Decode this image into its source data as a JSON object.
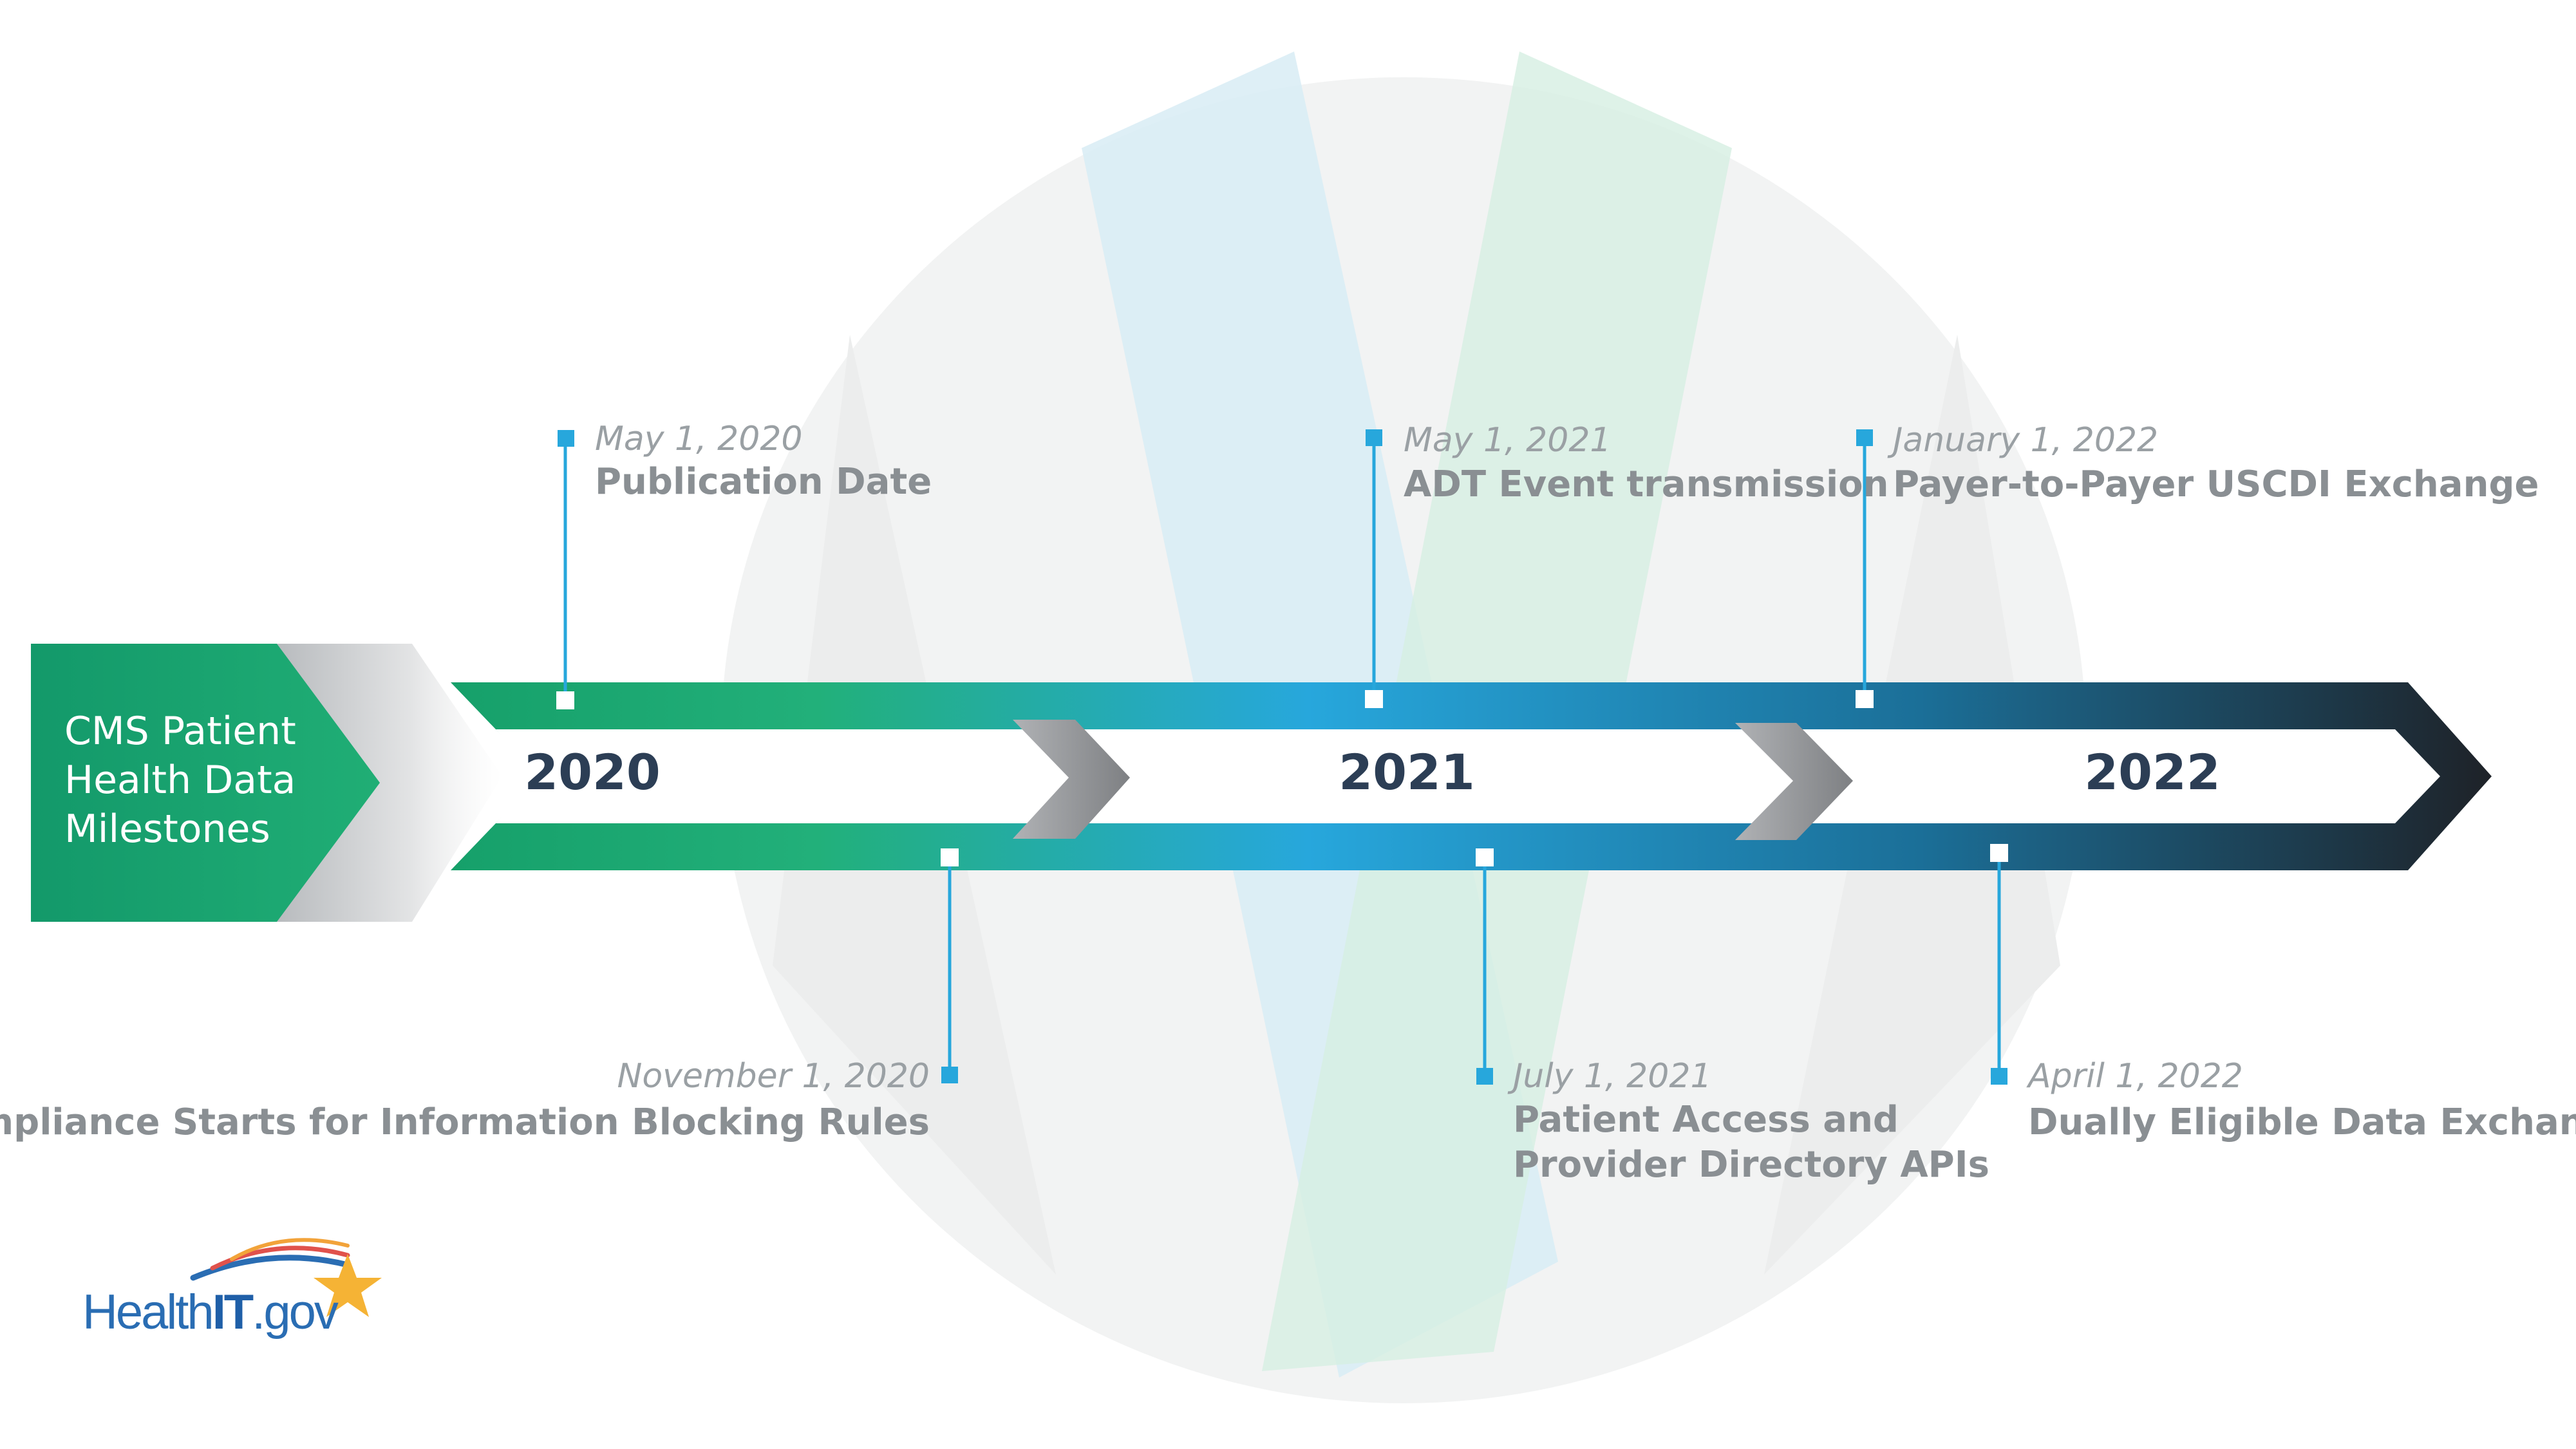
{
  "title_lines": [
    "CMS Patient",
    "Health Data",
    "Milestones"
  ],
  "years": [
    "2020",
    "2021",
    "2022"
  ],
  "events": [
    {
      "date": "May 1, 2020",
      "label_lines": [
        "Publication Date"
      ]
    },
    {
      "date": "November 1, 2020",
      "label_lines": [
        "Compliance Starts for Information Blocking Rules"
      ]
    },
    {
      "date": "May 1, 2021",
      "label_lines": [
        "ADT Event transmission"
      ]
    },
    {
      "date": "July 1, 2021",
      "label_lines": [
        "Patient Access and",
        "Provider Directory APIs"
      ]
    },
    {
      "date": "January 1, 2022",
      "label_lines": [
        "Payer-to-Payer USCDI Exchange"
      ]
    },
    {
      "date": "April 1, 2022",
      "label_lines": [
        "Dually Eligible Data Exchange"
      ]
    }
  ],
  "logo": {
    "prefix": "Health",
    "bold": "IT",
    "suffix": ".gov"
  },
  "colors": {
    "green": "#16a06a",
    "blue": "#27a7dc",
    "dark": "#1e2228",
    "marker": "#27a7dc",
    "grey_chevron": "#8c8e91"
  }
}
